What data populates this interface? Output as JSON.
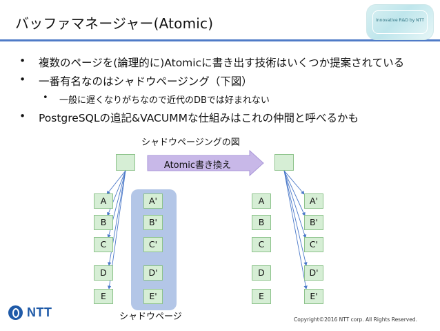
{
  "title": "バッファマネージャー(Atomic)",
  "badge_text": "Innovative R&D by NTT",
  "bullets": [
    {
      "bullet": "•",
      "text": "複数のページを(論理的に)Atomicに書き出す技術はいくつか提案されている"
    },
    {
      "bullet": "•",
      "text": "一番有名なのはシャドウページング（下図）"
    },
    {
      "bullet": "•",
      "text": "一般に遅くなりがちなので近代のDBでは好まれない"
    },
    {
      "bullet": "•",
      "text": "PostgreSQLの追記&VACUMMな仕組みはこれの仲間と呼べるかも"
    }
  ],
  "diagram": {
    "caption": "シャドウページングの図",
    "arrow_label": "Atomic書き換え",
    "shadow_label": "シャドウページ",
    "left_pages": [
      "A",
      "B",
      "C",
      "D",
      "E"
    ],
    "shadow_pages": [
      "A'",
      "B'",
      "C'",
      "D'",
      "E'"
    ],
    "right_old_pages": [
      "A",
      "B",
      "C",
      "D",
      "E"
    ],
    "right_new_pages": [
      "A'",
      "B'",
      "C'",
      "D'",
      "E'"
    ],
    "node_fill": "#d6eed5",
    "node_border": "#8cc28a",
    "shadow_fill": "#b3c6e7",
    "arrow_fill": "#c8b8e8",
    "link_color": "#4a78c8"
  },
  "footer": {
    "logo_text": "NTT",
    "copyright": "Copyright©2016 NTT corp. All Rights Reserved."
  },
  "accent": "#4f7bc7"
}
